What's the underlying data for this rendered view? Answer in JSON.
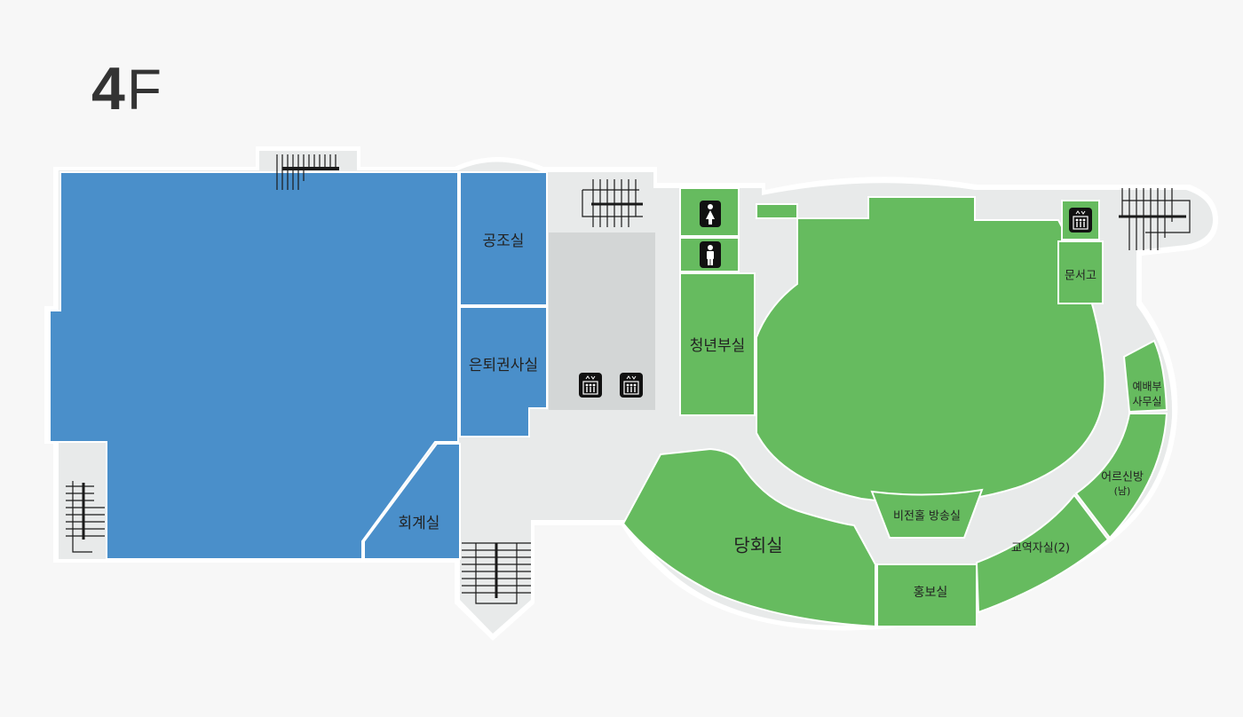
{
  "floor": {
    "number": "4",
    "suffix": "F"
  },
  "colors": {
    "background": "#f7f7f7",
    "corridor": "#e8eaea",
    "outline": "#ffffff",
    "blue_zone": "#4a8fca",
    "green_zone": "#66bb5f",
    "lobby": "#d3d6d6"
  },
  "rooms": {
    "gongjo": "공조실",
    "euntoe": "은퇴권사실",
    "hoegye": "회계실",
    "cheongnyeon": "청년부실",
    "danghoe": "당회실",
    "vision_broadcast": "비전홀 방송실",
    "hongbo": "홍보실",
    "gyoyeok": "교역자실(2)",
    "eoreun_line1": "어르신방",
    "eoreun_line2": "(남)",
    "yebae_line1": "예배부",
    "yebae_line2": "사무실",
    "munseo": "문서고"
  },
  "icons": {
    "restroom_female": "female-restroom-icon",
    "restroom_male": "male-restroom-icon",
    "elevator": "elevator-icon",
    "stairs": "stairs-icon"
  }
}
